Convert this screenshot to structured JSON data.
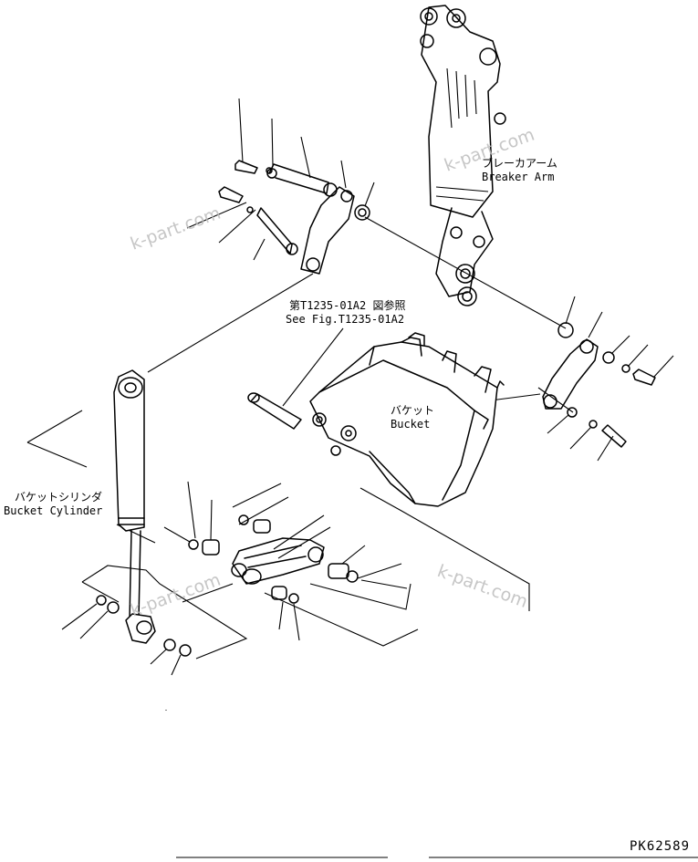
{
  "labels": {
    "breaker_arm_jp": "ブレーカアーム",
    "breaker_arm_en": "Breaker Arm",
    "bucket_jp": "バケット",
    "bucket_en": "Bucket",
    "bucket_cylinder_jp": "バケットシリンダ",
    "bucket_cylinder_en": "Bucket Cylinder",
    "ref_jp": "第T1235-01A2 図参照",
    "ref_en": "See Fig.T1235-01A2"
  },
  "figure_number": "PK62589",
  "watermarks": [
    "k-part.com",
    "k-part.com",
    "k-part.com",
    "k-part.com"
  ]
}
